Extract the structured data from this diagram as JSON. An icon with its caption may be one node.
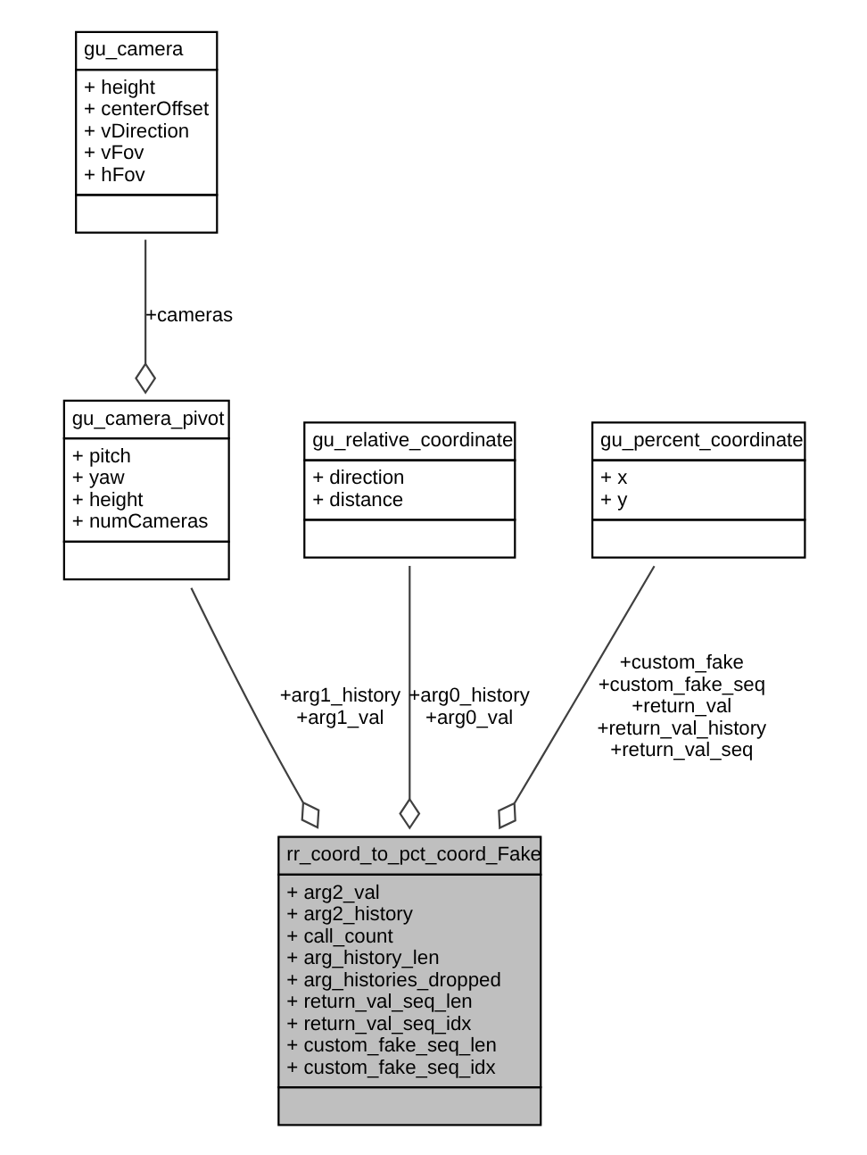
{
  "diagram": {
    "nodes": [
      {
        "text": [
          "gu_camera",
          "+ height",
          "+ centerOffset",
          "+ vDirection",
          "+ vFov",
          "+ hFov"
        ]
      },
      {
        "text": [
          "gu_relative_coordinate",
          "+ direction",
          "+ distance"
        ]
      },
      {
        "text": [
          "gu_camera_pivot",
          "+ pitch",
          "+ yaw",
          "+ height",
          "+ numCameras"
        ]
      },
      {
        "text": [
          "gu_percent_coordinate",
          "+ x",
          "+ y"
        ]
      },
      {
        "text": [
          "rr_coord_to_pct_coord_Fake",
          "+ arg2_val",
          "+ arg2_history",
          "+ call_count",
          "+ arg_history_len",
          "+ arg_histories_dropped",
          "+ return_val_seq_len",
          "+ return_val_seq_idx",
          "+ custom_fake_seq_len",
          "+ custom_fake_seq_idx"
        ]
      }
    ],
    "edges": [
      {
        "from": 0,
        "to": 2,
        "arrow": "other",
        "label": "+cameras"
      },
      {
        "from": 1,
        "to": 4,
        "arrow": "other",
        "label": "+arg0_history +arg0_val"
      },
      {
        "from": 2,
        "to": 4,
        "arrow": "other",
        "label": "+arg1_history +arg1_val"
      },
      {
        "from": 3,
        "to": 4,
        "arrow": "other",
        "label": "+custom_fake +custom_fake_seq +return_val +return_val_history +return_val_seq"
      }
    ]
  }
}
